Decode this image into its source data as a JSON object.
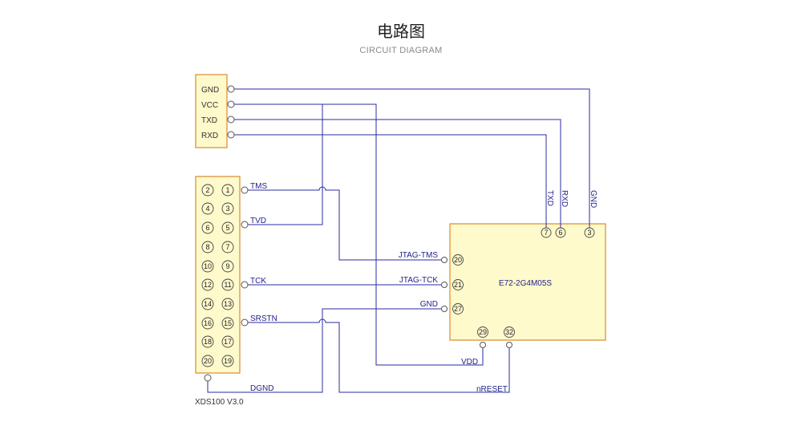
{
  "title": "电路图",
  "subtitle": "CIRCUIT DIAGRAM",
  "uart_header": {
    "pins": [
      "GND",
      "VCC",
      "TXD",
      "RXD"
    ]
  },
  "jtag_header": {
    "name": "XDS100 V3.0",
    "even_pins": [
      "2",
      "4",
      "6",
      "8",
      "10",
      "12",
      "14",
      "16",
      "18",
      "20"
    ],
    "odd_pins": [
      "1",
      "3",
      "5",
      "7",
      "9",
      "11",
      "13",
      "15",
      "17",
      "19"
    ],
    "signals": {
      "tms": "TMS",
      "tvd": "TVD",
      "tck": "TCK",
      "srstn": "SRSTN",
      "dgnd": "DGND"
    }
  },
  "module": {
    "name": "E72-2G4M05S",
    "top_pins": [
      {
        "number": "7",
        "label": "TXD"
      },
      {
        "number": "6",
        "label": "RXD"
      },
      {
        "number": "3",
        "label": "GND"
      }
    ],
    "left_pins": [
      {
        "number": "20",
        "label": "JTAG-TMS"
      },
      {
        "number": "21",
        "label": "JTAG-TCK"
      },
      {
        "number": "27",
        "label": "GND"
      }
    ],
    "bottom_pins": [
      {
        "number": "29",
        "label": "VDD"
      },
      {
        "number": "32",
        "label": "nRESET"
      }
    ]
  },
  "colors": {
    "wire": "#2b2ba6",
    "box_fill": "#fefacb",
    "box_border": "#d98a2f",
    "pin_stroke": "#555555"
  }
}
